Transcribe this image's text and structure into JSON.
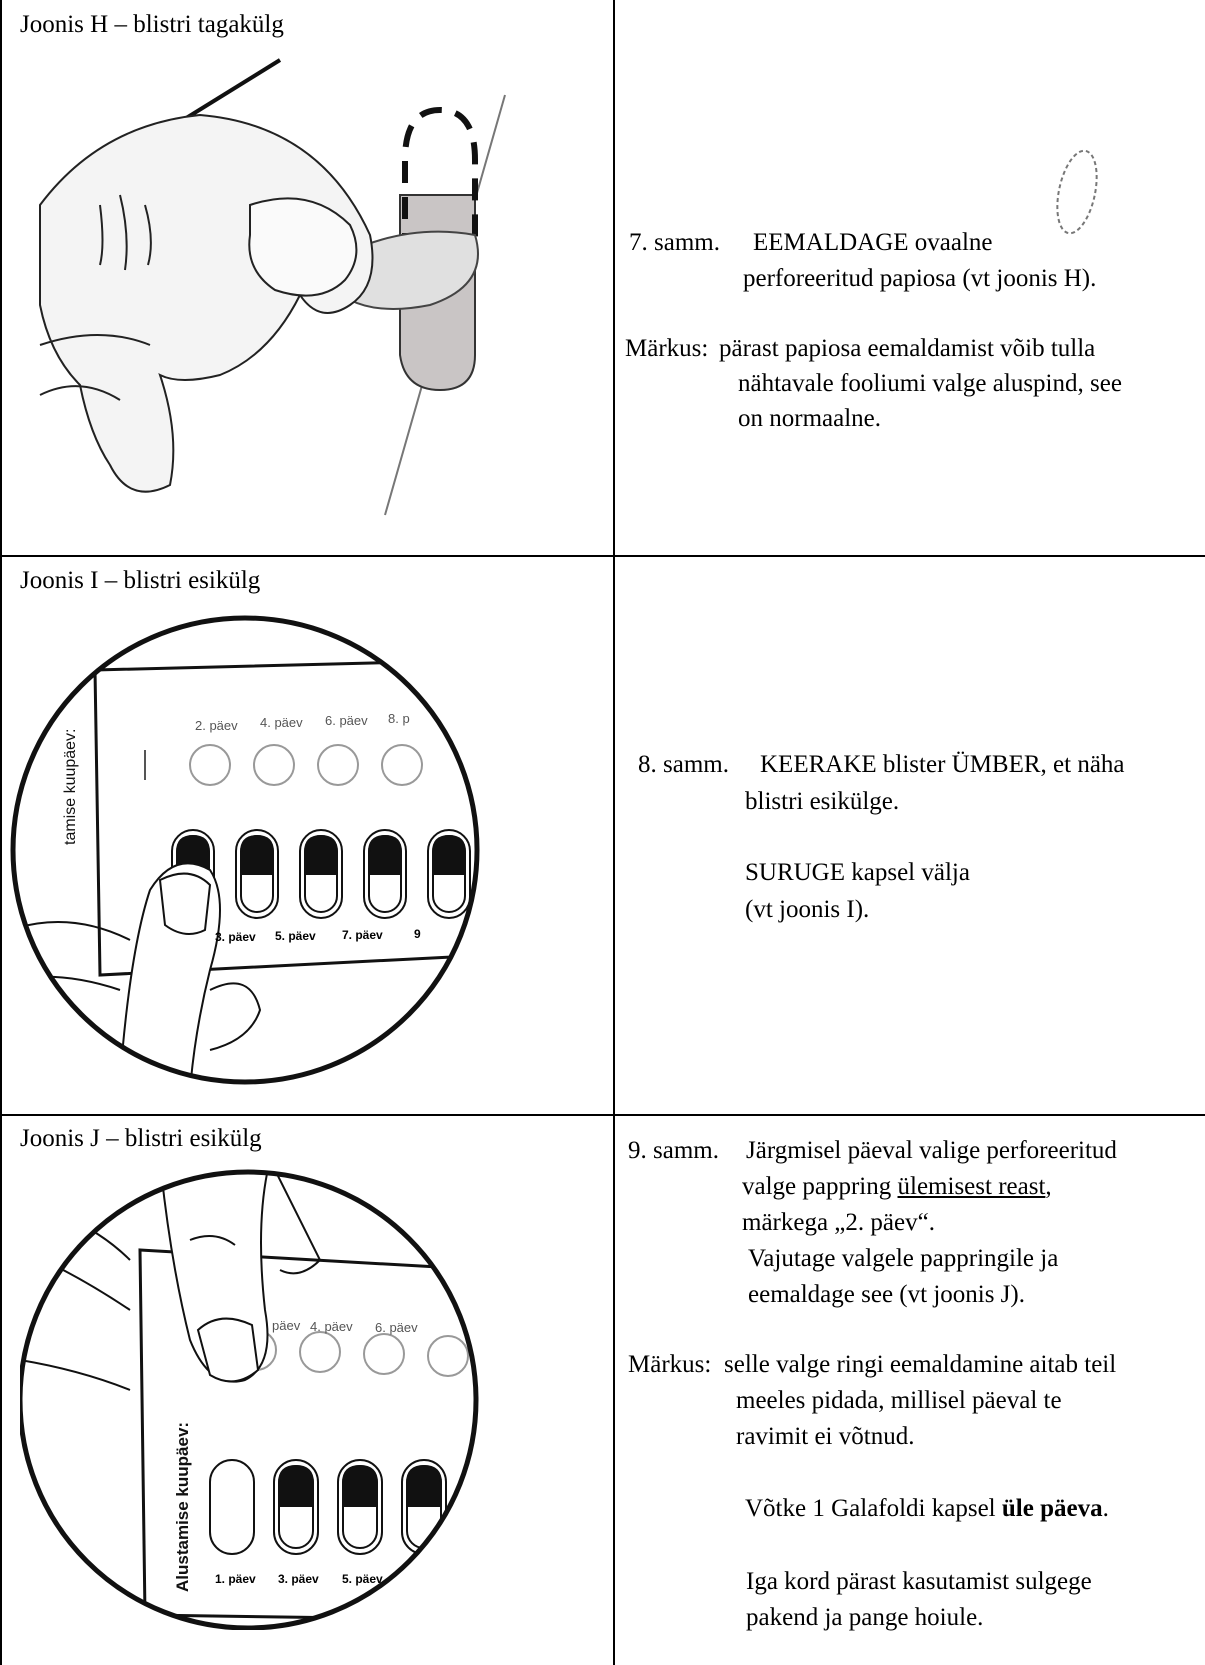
{
  "rows": [
    {
      "caption": "Joonis H – blistri tagakülg",
      "step_num": "7. samm.",
      "step_text": "EEMALDAGE ovaalne",
      "step_text2": "perforeeritud papiosa (vt joonis H).",
      "note_label": "Märkus:",
      "note_line1": "pärast papiosa eemaldamist võib tulla",
      "note_line2": "nähtavale fooliumi valge aluspind, see",
      "note_line3": "on normaalne."
    },
    {
      "caption": "Joonis I – blistri esikülg",
      "step_num": "8. samm.",
      "step_line1": "KEERAKE blister ÜMBER, et näha",
      "step_line2": "blistri esikülge.",
      "step_line3": "SURUGE kapsel välja",
      "step_line4": "(vt joonis I).",
      "blister_top_labels": [
        "2. päev",
        "4. päev",
        "6. päev",
        "8. p"
      ],
      "blister_bottom_labels": [
        "3. päev",
        "5. päev",
        "7. päev",
        "9"
      ],
      "side_label": "tamise kuupäev:"
    },
    {
      "caption": "Joonis J – blistri esikülg",
      "step_num": "9. samm.",
      "line1": "Järgmisel päeval valige perforeeritud",
      "line2_pre": "valge pappring ",
      "line2_u": "ülemisest reast",
      "line2_post": ",",
      "line3": "märkega „2. päev“.",
      "line4": "Vajutage valgele pappringile ja",
      "line5": "eemaldage see (vt joonis J).",
      "note_label": "Märkus:",
      "note_line1": "selle valge ringi eemaldamine aitab teil",
      "note_line2": "meeles pidada, millisel päeval te",
      "note_line3": "ravimit ei võtnud.",
      "take_pre": "Võtke 1 Galafoldi kapsel ",
      "take_bold": "üle päeva",
      "take_post": ".",
      "close_line1": "Iga kord pärast kasutamist sulgege",
      "close_line2": "pakend ja pange hoiule.",
      "blister_top_labels": [
        "päev",
        "4. päev",
        "6. päev"
      ],
      "blister_bottom_labels": [
        "1. päev",
        "3. päev",
        "5. päev"
      ],
      "side_label": "Alustamise kuupäev:"
    }
  ]
}
